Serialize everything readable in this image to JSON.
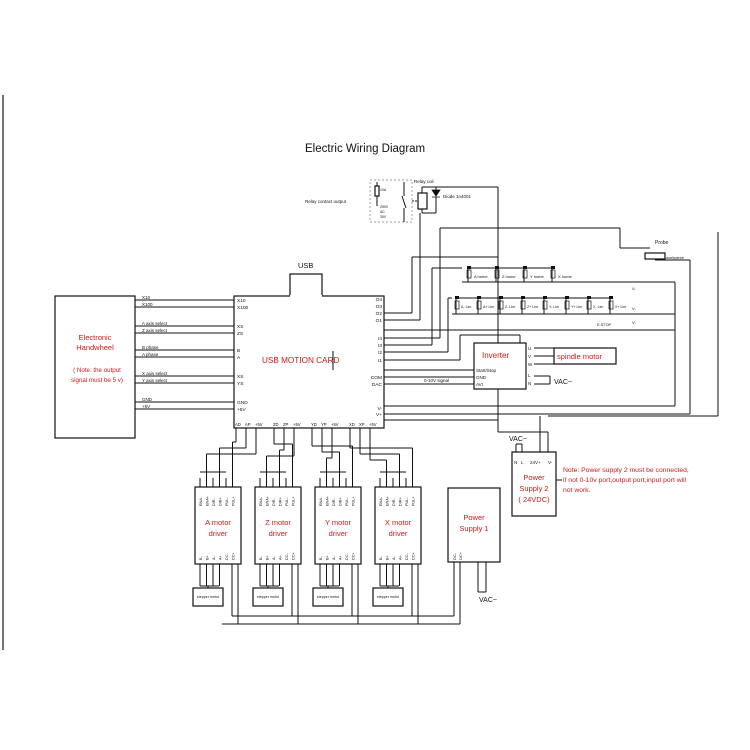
{
  "title": "Electric Wiring Diagram",
  "relay": {
    "coil_label": "Relay coil",
    "contact_label": "Relay contact output",
    "diode_label": "Diode 1n4001",
    "spec_1": "10A",
    "spec_2": "250V",
    "spec_3": "AC",
    "spec_4": "30V"
  },
  "usb_label": "USB",
  "motion_card": {
    "label": "USB MOTION CARD",
    "left_pins": [
      "X10",
      "X100",
      "XS",
      "ZS",
      "B",
      "A",
      "XS",
      "YS",
      "GND",
      "+5V"
    ],
    "right_pins": [
      "O4",
      "O3",
      "O2",
      "O1",
      "I4",
      "I3",
      "I2",
      "I1",
      "COM",
      "DAC",
      "V-",
      "V+"
    ],
    "bottom_pins": [
      "AD",
      "AP",
      "+5V",
      "ZD",
      "ZP",
      "+5V",
      "YD",
      "YP",
      "+5V",
      "XD",
      "XP",
      "+5V"
    ]
  },
  "handwheel": {
    "title_1": "Electronic",
    "title_2": "Handwheel",
    "note_1": "( Note: the output",
    "note_2": "signal must be 5 v)",
    "signals": [
      "X10",
      "X100",
      "A axis select",
      "Z axis select",
      "B phase",
      "A phase",
      "X axis select",
      "Y axis select",
      "GND",
      "+5V"
    ]
  },
  "inputs": {
    "probe": "Probe",
    "probe_note": "workpiece",
    "home_switches": [
      "A home",
      "Z home",
      "Y home",
      "X home"
    ],
    "limit_switches": [
      "A- Lim",
      "A+ Lim",
      "Z- Lim",
      "Z+ Lim",
      "Y- Lim",
      "Y+ Lim",
      "X- Lim",
      "X+ Lim"
    ],
    "estop": "E-STOP",
    "rail_label": "V-"
  },
  "inverter": {
    "label": "Inverter",
    "left_pins": [
      "Start/Stop",
      "GND",
      "AVI"
    ],
    "right_pins": [
      "U",
      "V",
      "W",
      "L",
      "N"
    ],
    "signal_label": "0-10V signal",
    "vac_label": "VAC~"
  },
  "spindle_label": "spindle motor",
  "power_supply_2": {
    "vac_label": "VAC~",
    "pins": [
      "N",
      "L",
      "24V+",
      "V-"
    ],
    "line_1": "Power",
    "line_2": "Supply 2",
    "line_3": "( 24VDC)",
    "note": [
      "Note: Power supply 2 must be connected,",
      "if not 0-10v port,output port,input port will",
      "not work."
    ]
  },
  "power_supply_1": {
    "line_1": "Power",
    "line_2": "Supply 1",
    "pins": [
      "DC-",
      "DC+"
    ],
    "vac_label": "VAC~"
  },
  "drivers": [
    {
      "line_1": "A motor",
      "line_2": "driver",
      "motor": "stepper motor"
    },
    {
      "line_1": "Z motor",
      "line_2": "driver",
      "motor": "stepper motor"
    },
    {
      "line_1": "Y motor",
      "line_2": "driver",
      "motor": "stepper motor"
    },
    {
      "line_1": "X motor",
      "line_2": "driver",
      "motor": "stepper motor"
    }
  ],
  "driver_top_pins": [
    "ENA-",
    "ENA+",
    "DIR-",
    "DIR+",
    "PUL-",
    "PUL+"
  ],
  "driver_bottom_pins": [
    "B-",
    "B+",
    "A-",
    "A+",
    "DC-",
    "DC+"
  ]
}
